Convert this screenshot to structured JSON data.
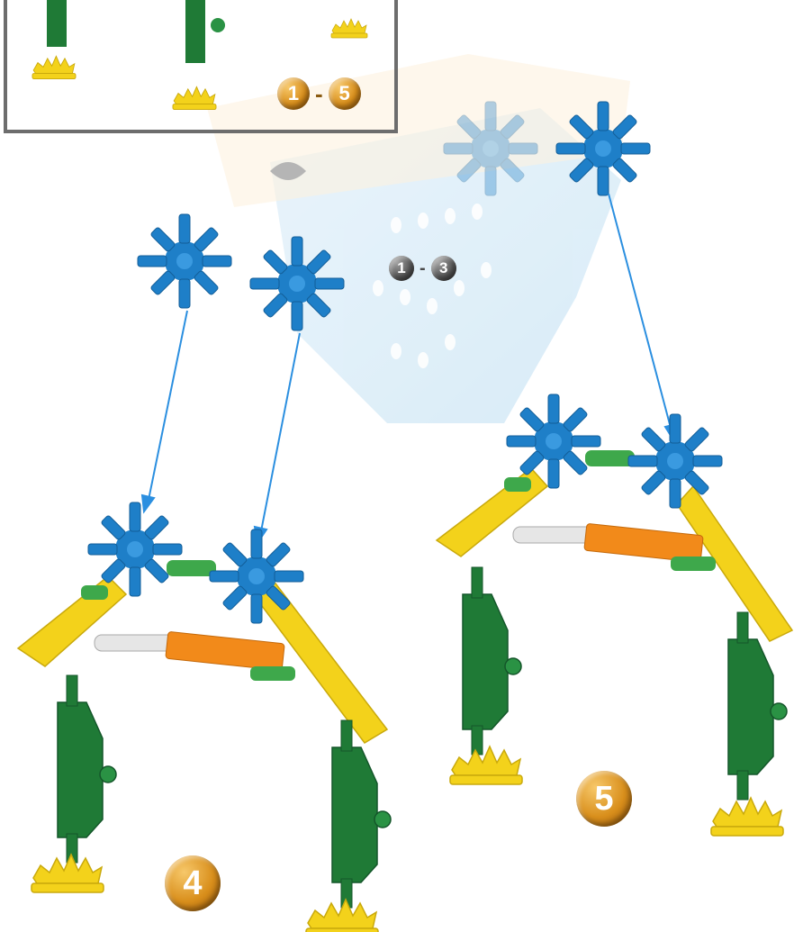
{
  "inset": {
    "range_start": "1",
    "range_sep": "-",
    "range_end": "5"
  },
  "subassembly_label": {
    "range_start": "1",
    "range_sep": "-",
    "range_end": "3"
  },
  "steps": {
    "step_4": "4",
    "step_5": "5"
  },
  "colors": {
    "connector_blue": "#1e7fc8",
    "connector_yellow": "#f3d21b",
    "rod_green": "#1f7a36",
    "rod_orange": "#f28a1a",
    "rod_white": "#e6e6e6",
    "arrow_blue": "#2b8fe0",
    "badge_gold": "#d98f1c",
    "badge_grey": "#5a5a5a",
    "inset_border": "#6d6d6d"
  }
}
